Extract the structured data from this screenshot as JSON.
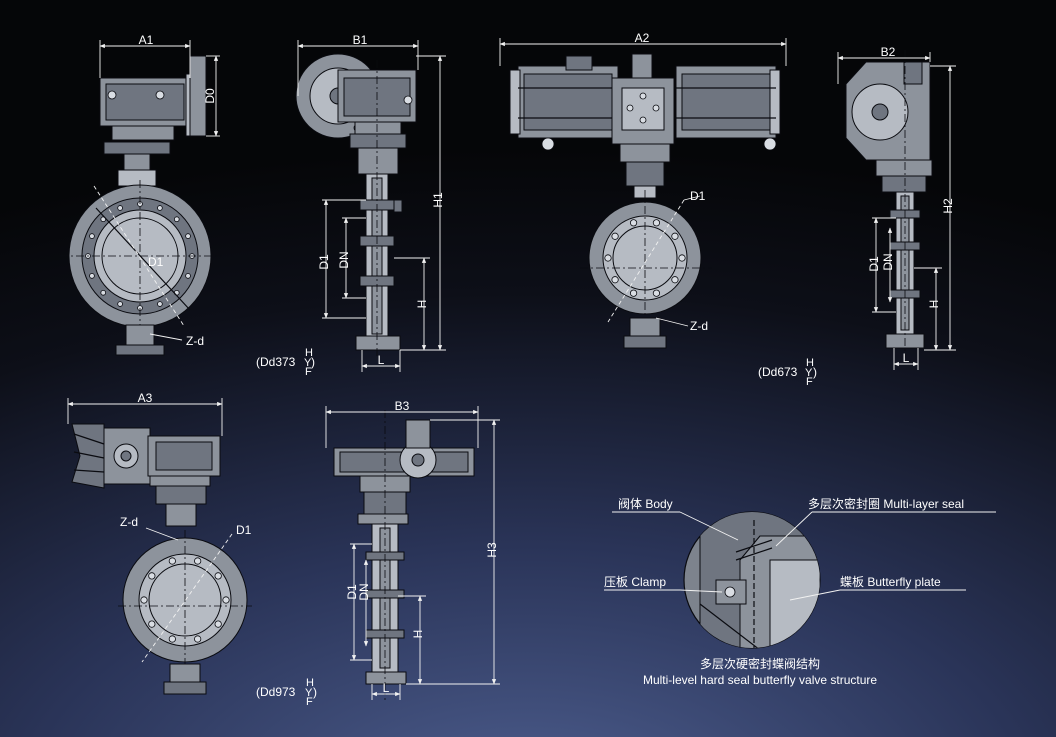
{
  "dims": {
    "a1": "A1",
    "d0": "D0",
    "d1_a": "D1",
    "zd_a": "Z-d",
    "b1": "B1",
    "h1": "H1",
    "d1_b": "D1",
    "dn_b": "DN",
    "h_b": "H",
    "l_b": "L",
    "a2": "A2",
    "d1_c": "D1",
    "zd_c": "Z-d",
    "b2": "B2",
    "h2": "H2",
    "d1_d": "D1",
    "dn_d": "DN",
    "h_d": "H",
    "l_d": "L",
    "a3": "A3",
    "zd_e": "Z-d",
    "d1_e": "D1",
    "b3": "B3",
    "h3": "H3",
    "d1_f": "D1",
    "dn_f": "DN",
    "h_f": "H",
    "l_f": "L"
  },
  "models": {
    "m1_main": "(Dd373",
    "m1_top": "H",
    "m1_mid": "Y",
    "m1_bot": "F",
    "m1_close": ")",
    "m2_main": "(Dd673",
    "m2_top": "H",
    "m2_mid": "Y",
    "m2_bot": "F",
    "m2_close": ")",
    "m3_main": "(Dd973",
    "m3_top": "H",
    "m3_mid": "Y",
    "m3_bot": "F",
    "m3_close": ")"
  },
  "callouts": {
    "body": "阀体 Body",
    "multi_seal": "多层次密封圈 Multi-layer seal",
    "clamp": "压板 Clamp",
    "plate": "蝶板 Butterfly plate",
    "caption_cn": "多层次硬密封蝶阀结构",
    "caption_en": "Multi-level hard seal butterfly valve structure"
  }
}
